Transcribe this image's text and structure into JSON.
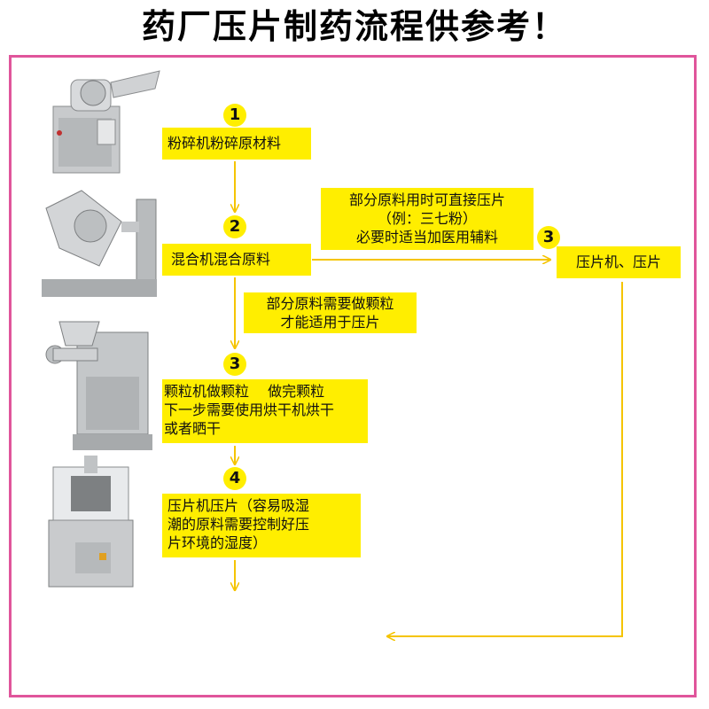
{
  "title": "药厂压片制药流程供参考！",
  "steps": [
    {
      "num": "1",
      "text": "粉碎机粉碎原材料"
    },
    {
      "num": "2",
      "text": "混合机混合原料"
    },
    {
      "num": "3",
      "text": "颗粒机做颗粒　 做完颗粒\n下一步需要使用烘干机烘干\n或者晒干"
    },
    {
      "num": "4",
      "text": "压片机压片（容易吸湿\n潮的原料需要控制好压\n片环境的湿度）"
    }
  ],
  "branch_direct": {
    "note": "部分原料用时可直接压片\n（例：三七粉）\n必要时适当加医用辅料",
    "num": "3",
    "target": "压片机、压片"
  },
  "branch_granule_note": "部分原料需要做颗粒\n才能适用于压片",
  "colors": {
    "highlight": "#ffee00",
    "arrow": "#f5c400",
    "frame": "#e0559b"
  }
}
